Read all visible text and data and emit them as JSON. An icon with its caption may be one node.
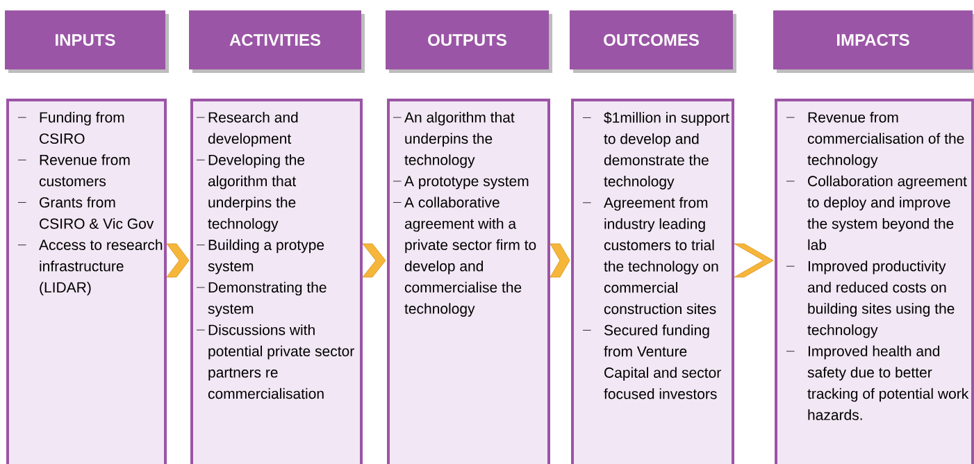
{
  "diagram": {
    "nodes": [
      {
        "text": [
          "INPUTS"
        ]
      },
      {
        "text": [
          "Funding from CSIRO",
          "Revenue from customers",
          "Grants from CSIRO & Vic Gov",
          "Access to research infrastructure (LIDAR)"
        ]
      },
      {
        "text": [
          "ACTIVITIES"
        ]
      },
      {
        "text": [
          "Research and development",
          "Developing the algorithm that underpins the technology",
          "Building a protype system",
          "Demonstrating the system",
          "Discussions with potential private sector partners re commercialisation"
        ]
      },
      {
        "text": [
          "OUTPUTS"
        ]
      },
      {
        "text": [
          "An algorithm that underpins the technology",
          "A prototype system",
          "A collaborative agreement with a private sector firm to develop and commercialise the technology"
        ]
      },
      {
        "text": [
          "OUTCOMES"
        ]
      },
      {
        "text": [
          "$1million in support to develop and demonstrate the technology",
          "Agreement from industry leading customers to trial the technology on commercial construction sites",
          "Secured funding from Venture Capital and sector focused investors"
        ]
      },
      {
        "text": [
          "IMPACTS"
        ]
      },
      {
        "text": [
          "Revenue from commercialisation of the technology",
          "Collaboration agreement to deploy and improve the system beyond the lab",
          "Improved productivity and reduced costs on building sites using the technology",
          "Improved health and safety due to better tracking of potential work hazards."
        ]
      }
    ],
    "edges": [
      {
        "from": 1,
        "to": 3,
        "arrow": "to"
      },
      {
        "from": 3,
        "to": 5,
        "arrow": "to"
      },
      {
        "from": 5,
        "to": 7,
        "arrow": "to"
      },
      {
        "from": 7,
        "to": 9,
        "arrow": "to"
      }
    ]
  }
}
